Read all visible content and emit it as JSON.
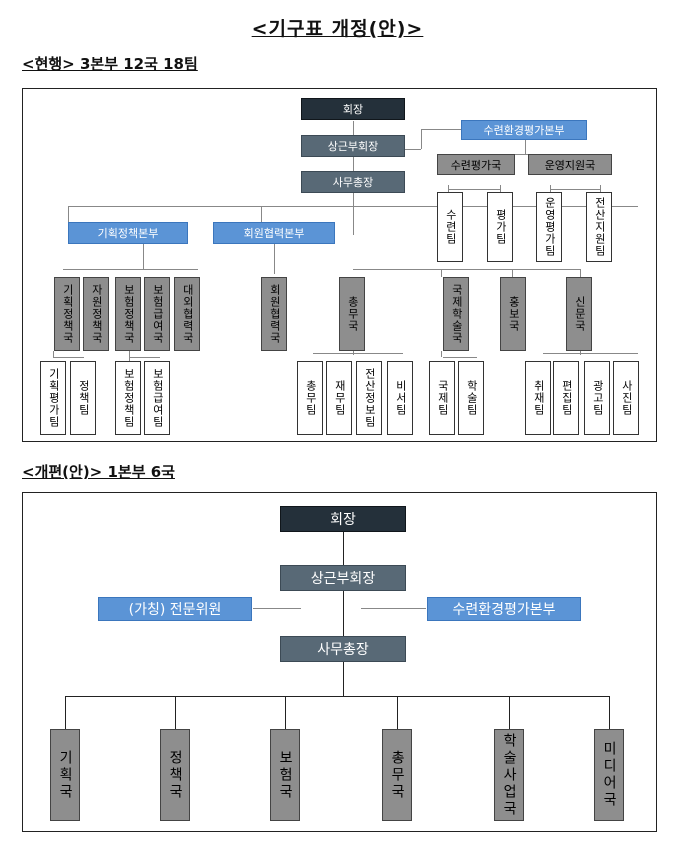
{
  "title": "<기구표 개정(안)>",
  "current": {
    "heading": "<현행> 3본부 12국 18팀",
    "chairman": "회장",
    "vice_chairman": "상근부회장",
    "secretary_general": "사무총장",
    "eval_hq": "수련환경평가본부",
    "eval_bureau": "수련평가국",
    "ops_bureau": "운영지원국",
    "eval_teams": [
      "수련팀",
      "평가팀"
    ],
    "ops_teams": [
      "운영평가팀",
      "전산지원팀"
    ],
    "planning_hq": "기획정책본부",
    "member_hq": "회원협력본부",
    "planning_bureaus": [
      "기획정책국",
      "자원정책국",
      "보험정책국",
      "보험급여국",
      "대외협력국"
    ],
    "planning_teams_a": [
      "기획평가팀",
      "정책팀"
    ],
    "planning_teams_b": [
      "보험정책팀",
      "보험급여팀"
    ],
    "member_bureau": "회원협력국",
    "general_bureau": "총무국",
    "general_teams": [
      "총무팀",
      "재무팀",
      "전산정보팀",
      "비서팀"
    ],
    "intl_bureau": "국제학술국",
    "intl_teams": [
      "국제팀",
      "학술팀"
    ],
    "pr_bureau": "홍보국",
    "news_bureau": "신문국",
    "news_teams": [
      "취재팀",
      "편집팀",
      "광고팀",
      "사진팀"
    ]
  },
  "proposed": {
    "heading": "<개편(안)> 1본부 6국",
    "chairman": "회장",
    "vice_chairman": "상근부회장",
    "expert": "(가칭) 전문위원",
    "eval_hq": "수련환경평가본부",
    "secretary_general": "사무총장",
    "bureaus": [
      "기획국",
      "정책국",
      "보험국",
      "총무국",
      "학술사업국",
      "미디어국"
    ]
  }
}
